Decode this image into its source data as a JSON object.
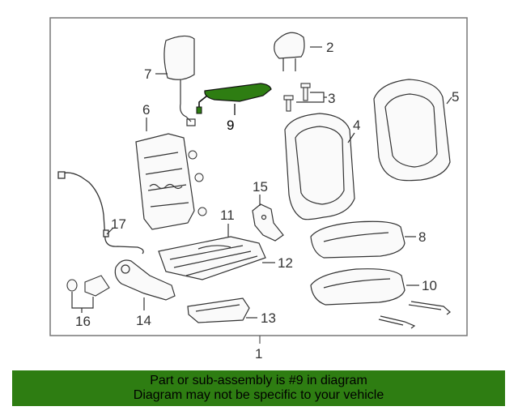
{
  "diagram": {
    "callouts": {
      "c1": "1",
      "c2": "2",
      "c3": "3",
      "c4": "4",
      "c5": "5",
      "c6": "6",
      "c7": "7",
      "c8": "8",
      "c9": "9",
      "c10": "10",
      "c11": "11",
      "c12": "12",
      "c13": "13",
      "c14": "14",
      "c15": "15",
      "c16": "16",
      "c17": "17"
    },
    "highlight_color": "#2e7d12"
  },
  "banner": {
    "line1": "Part or sub-assembly is #9 in diagram",
    "line2": "Diagram may not be specific to your vehicle",
    "color": "#2e7d12"
  }
}
